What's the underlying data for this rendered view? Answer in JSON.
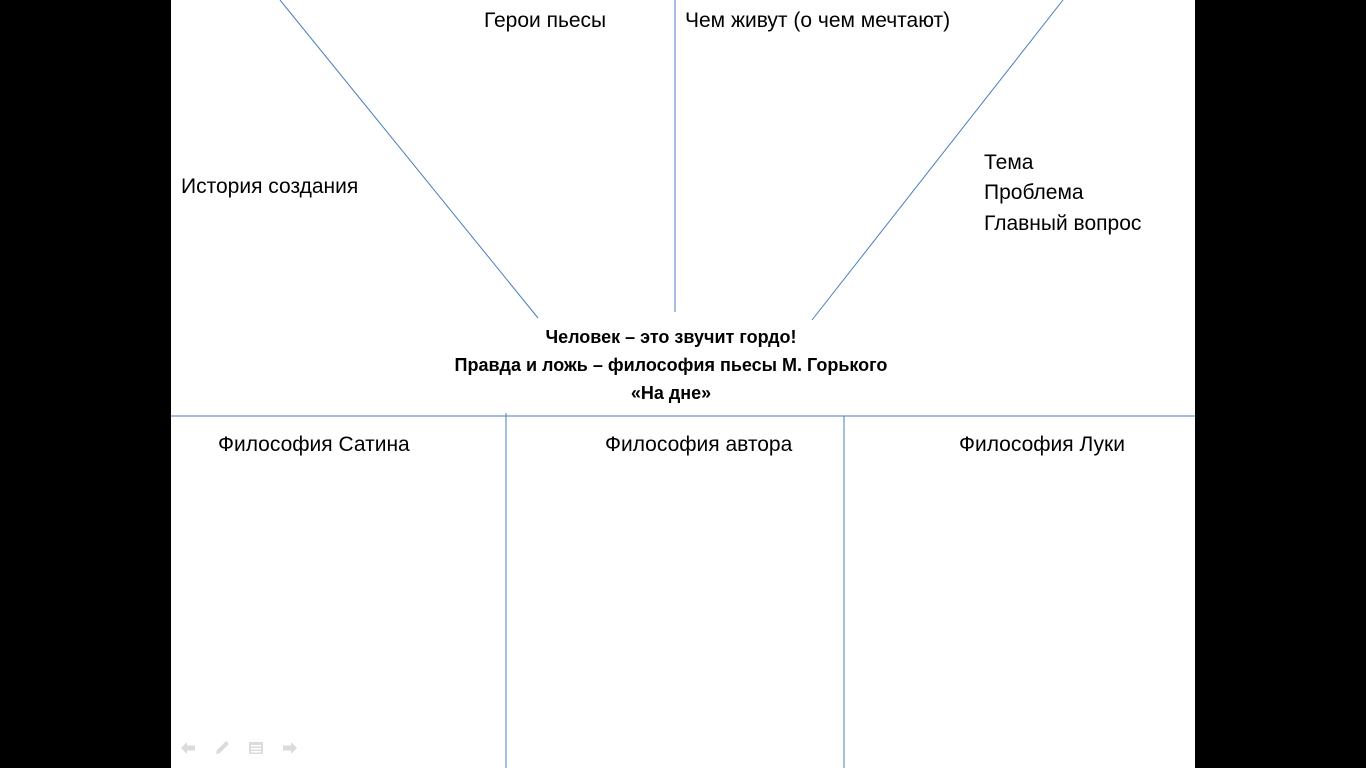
{
  "slide": {
    "top_labels": {
      "heroes": "Герои пьесы",
      "what_they_live_for": "Чем живут (о чем  мечтают)"
    },
    "left_label": "История создания",
    "right_labels": [
      "Тема",
      "Проблема",
      "Главный вопрос"
    ],
    "center_title": [
      "Человек – это звучит гордо!",
      "Правда и ложь – философия пьесы М. Горького",
      "«На дне»"
    ],
    "bottom_columns": [
      "Философия Сатина",
      "Философия автора",
      "Философия Луки"
    ]
  },
  "nav": {
    "icons": [
      "arrow-left-icon",
      "pen-icon",
      "menu-icon",
      "arrow-right-icon"
    ]
  },
  "colors": {
    "background": "#000000",
    "slide": "#ffffff",
    "line": "#4a7ebb",
    "text": "#000000"
  }
}
